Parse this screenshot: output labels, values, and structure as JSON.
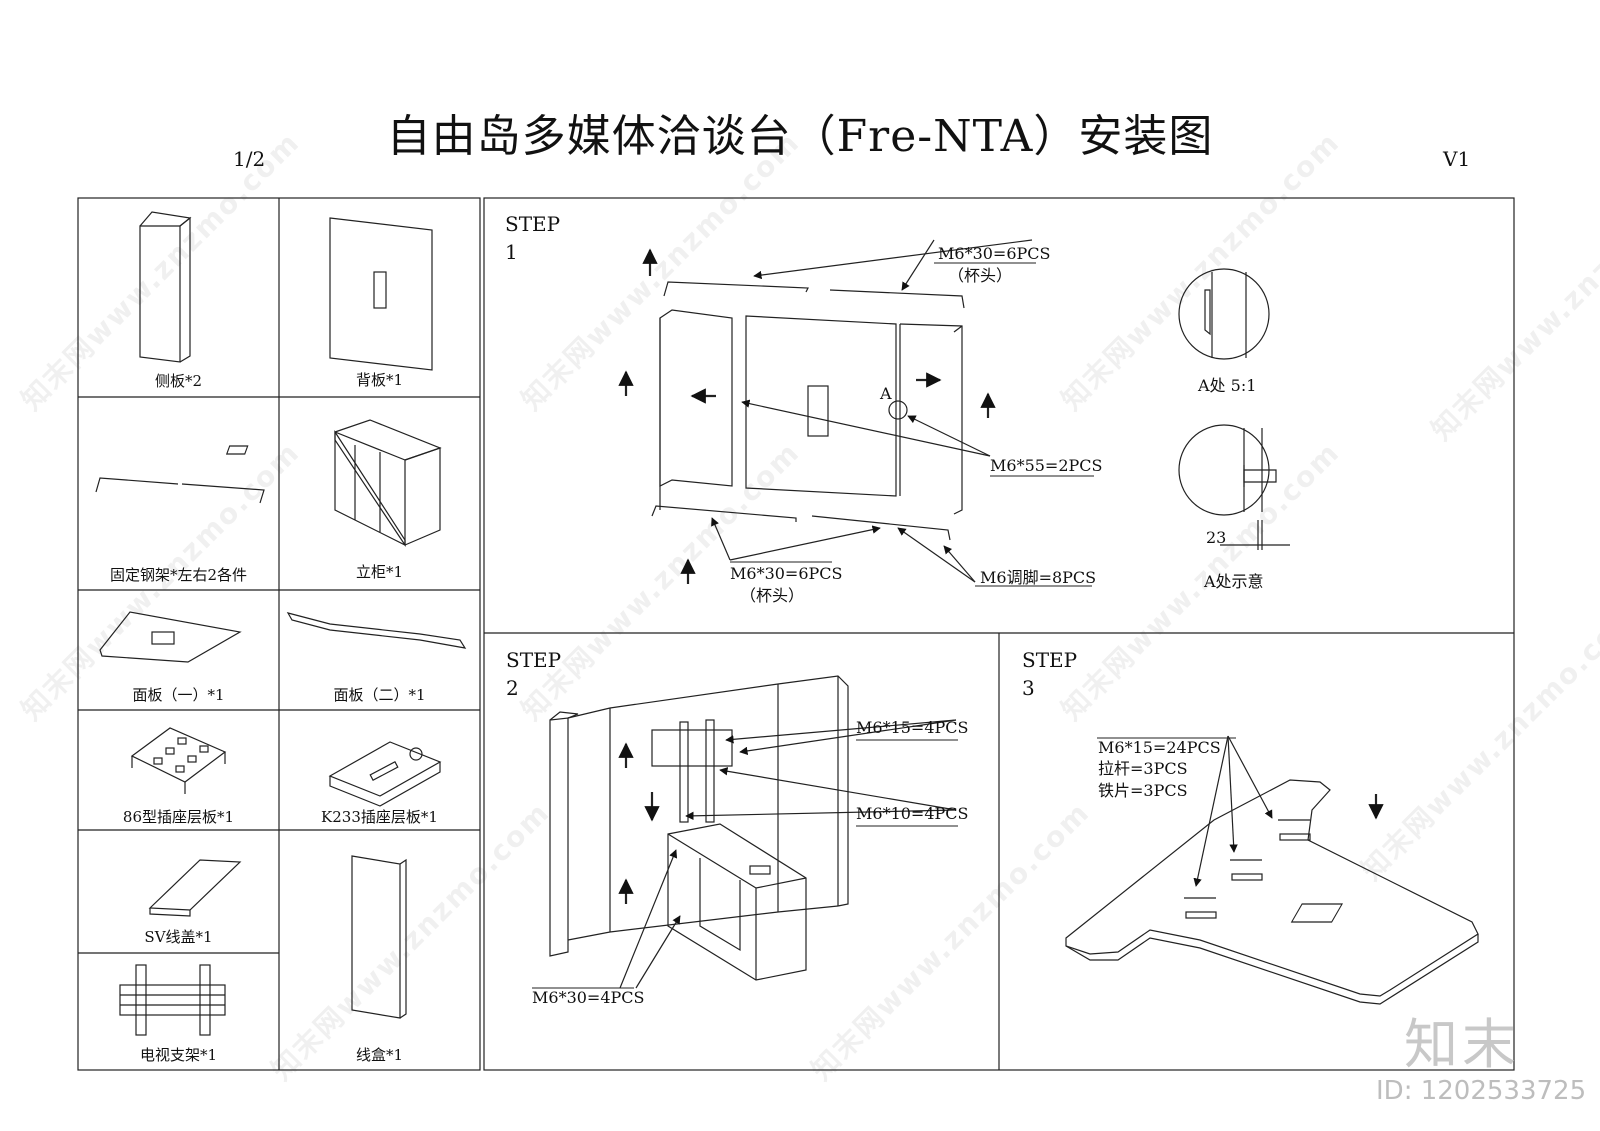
{
  "header": {
    "title": "自由岛多媒体洽谈台（Fre-NTA）安装图",
    "page": "1/2",
    "version": "V1"
  },
  "parts": [
    {
      "label": "侧板*2"
    },
    {
      "label": "背板*1"
    },
    {
      "label": "固定钢架*左右2各件"
    },
    {
      "label": "立柜*1"
    },
    {
      "label": "面板（一）*1"
    },
    {
      "label": "面板（二）*1"
    },
    {
      "label": "86型插座层板*1"
    },
    {
      "label": "K233插座层板*1"
    },
    {
      "label": "SV线盖*1"
    },
    {
      "label": "线盒*1"
    },
    {
      "label": "电视支架*1"
    }
  ],
  "step1": {
    "title": "STEP",
    "number": "1",
    "callout_top": "M6*30=6PCS",
    "callout_top_sub": "（杯头）",
    "callout_mid": "M6*55=2PCS",
    "callout_bottom": "M6*30=6PCS",
    "callout_bottom_sub": "（杯头）",
    "callout_feet": "M6调脚=8PCS",
    "marker_a": "A",
    "detail1_label": "A处 5:1",
    "detail2_label": "A处示意",
    "dimension": "23"
  },
  "step2": {
    "title": "STEP",
    "number": "2",
    "callout_a": "M6*15=4PCS",
    "callout_b": "M6*10=4PCS",
    "callout_c": "M6*30=4PCS"
  },
  "step3": {
    "title": "STEP",
    "number": "3",
    "callout_1": "M6*15=24PCS",
    "callout_2": "拉杆=3PCS",
    "callout_3": "铁片=3PCS"
  },
  "watermark": {
    "text": "知末网www.znzmo.com",
    "brand": "知末",
    "id": "ID: 1202533725"
  }
}
